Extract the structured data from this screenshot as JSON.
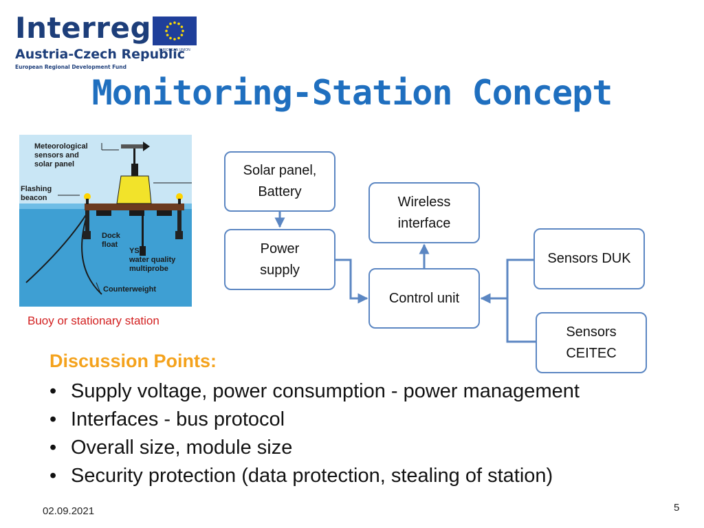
{
  "logo": {
    "wordmark": "Interreg",
    "eu_caption": "EUROPEAN UNION",
    "region": "Austria-Czech Republic",
    "fund": "European Regional Development Fund"
  },
  "slide": {
    "title": "Monitoring-Station Concept",
    "date": "02.09.2021",
    "page": "5"
  },
  "buoy": {
    "caption": "Buoy or stationary station",
    "labels": {
      "met": [
        "Meteorological",
        "sensors and",
        "solar panel"
      ],
      "beacon": [
        "Flashing",
        "beacon"
      ],
      "dock": [
        "Dock",
        "float"
      ],
      "ysi": [
        "YSI",
        "water quality",
        "multiprobe"
      ],
      "counterweight": "Counterweight"
    },
    "colors": {
      "sky": "#c9e6f5",
      "water": "#3e9fd3",
      "platform": "#6b3a1f",
      "buoy": "#f2e32a"
    }
  },
  "diagram": {
    "solar": "Solar panel,\nBattery",
    "wireless": "Wireless\ninterface",
    "power": "Power\nsupply",
    "control": "Control unit",
    "sensors_duk": "Sensors DUK",
    "sensors_ceitec": "Sensors\nCEITEC",
    "connector_color": "#5b86c2"
  },
  "discussion": {
    "heading": "Discussion Points:",
    "items": [
      "Supply voltage, power consumption - power management",
      "Interfaces - bus protocol",
      "Overall size, module size",
      "Security protection (data protection, stealing of station)"
    ]
  }
}
